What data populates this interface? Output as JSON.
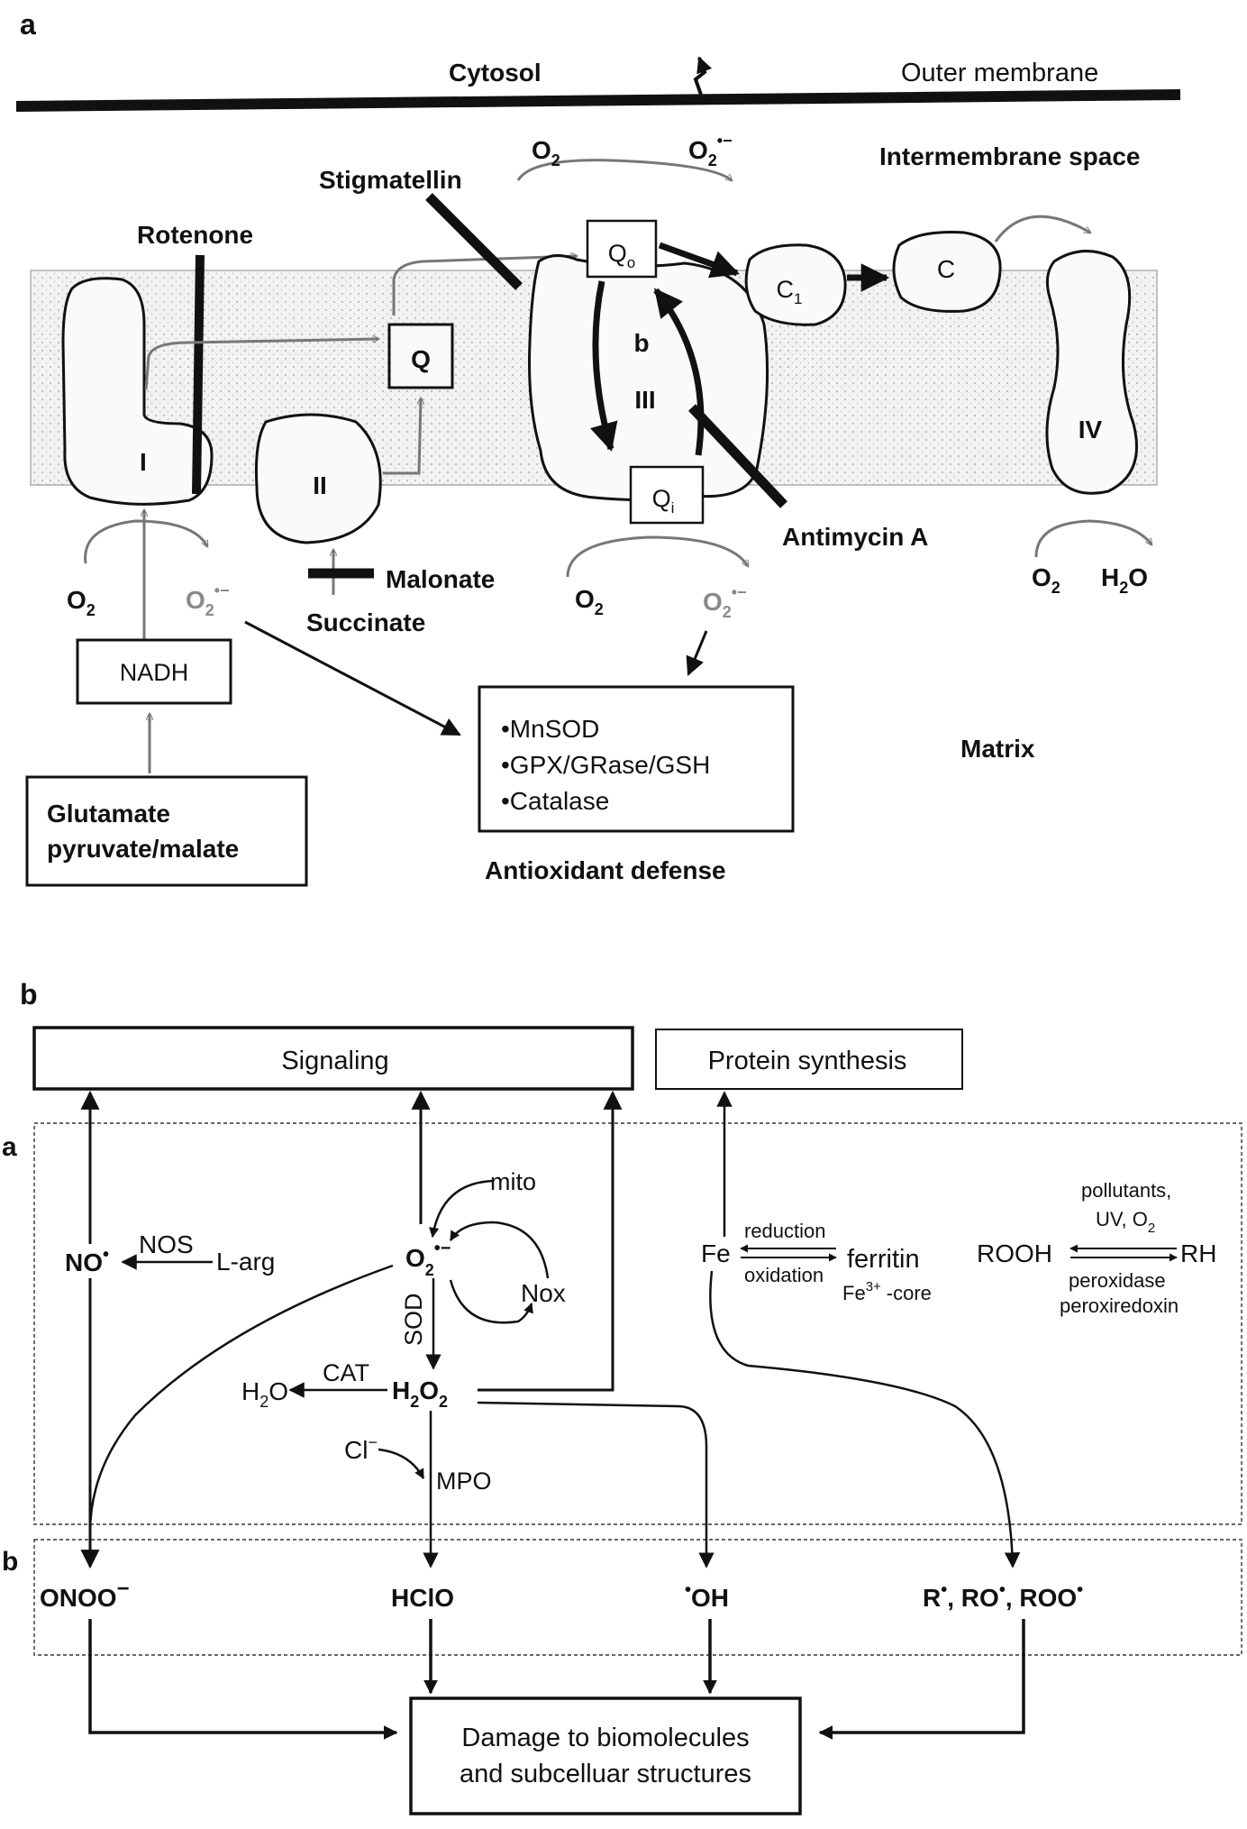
{
  "panel_a": {
    "panel_label": "a",
    "cytosol": "Cytosol",
    "outer_membrane": "Outer membrane",
    "intermembrane_space": "Intermembrane space",
    "matrix": "Matrix",
    "stigmatellin": "Stigmatellin",
    "rotenone": "Rotenone",
    "antimycin": "Antimycin A",
    "malonate": "Malonate",
    "succinate": "Succinate",
    "nadh": "NADH",
    "substrates_line1": "Glutamate",
    "substrates_line2": "pyruvate/malate",
    "complex_I": "I",
    "complex_II": "II",
    "complex_III": "III",
    "complex_IV": "IV",
    "cyt_b": "b",
    "cyt_c1": "C",
    "cyt_c1_sub": "1",
    "cyt_c": "C",
    "quinone": "Q",
    "qo": "Q",
    "qo_sub": "o",
    "qi": "Q",
    "qi_sub": "i",
    "o2": "O",
    "o2_sub": "2",
    "superoxide_sup": "•−",
    "h2o_h": "H",
    "h2o_sub": "2",
    "h2o_o": "O",
    "antioxidant_items": [
      "•MnSOD",
      "•GPX/GRase/GSH",
      "•Catalase"
    ],
    "antioxidant_caption": "Antioxidant defense"
  },
  "panel_b": {
    "panel_label": "b",
    "signaling": "Signaling",
    "protein_synthesis": "Protein synthesis",
    "zone_a": "a",
    "zone_b": "b",
    "no": "NO",
    "radical_dot": "•",
    "nos": "NOS",
    "larg": "L-arg",
    "mito": "mito",
    "nox": "Nox",
    "sod": "SOD",
    "cat": "CAT",
    "h2o2_h": "H",
    "h2o2_o": "O",
    "sub2": "2",
    "cl": "Cl",
    "cl_sup": "−",
    "mpo": "MPO",
    "fe": "Fe",
    "reduction": "reduction",
    "oxidation": "oxidation",
    "ferritin": "ferritin",
    "fe3": "Fe",
    "fe3_sup": "3+",
    "core": "-core",
    "rooh": "ROOH",
    "rh": "RH",
    "pollutants": "pollutants,",
    "uv_o": "UV, O",
    "peroxidase": "peroxidase",
    "peroxiredoxin": "peroxiredoxin",
    "onoo": "ONOO",
    "minus": "−",
    "hclo": "HClO",
    "oh": "OH",
    "r": "R",
    "ro": ", RO",
    "roo": ", ROO",
    "damage_line1": "Damage to biomolecules",
    "damage_line2": "and subcelluar structures"
  }
}
